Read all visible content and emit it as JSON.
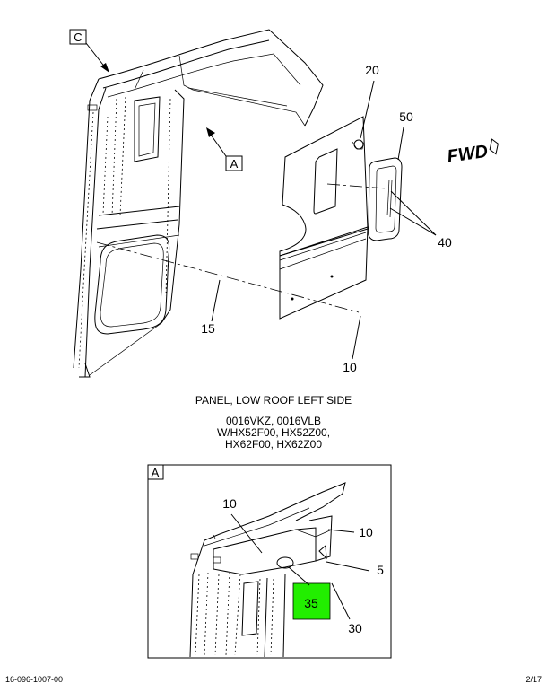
{
  "callouts": {
    "c20": "20",
    "c50": "50",
    "c40": "40",
    "c15": "15",
    "c10": "10",
    "c10b": "10",
    "c10c": "10",
    "c5": "5",
    "c30": "30",
    "c35": "35"
  },
  "view_labels": {
    "c": "C",
    "a": "A",
    "detail_a": "A"
  },
  "forward_label": "FWD",
  "caption": {
    "title": "PANEL, LOW ROOF LEFT SIDE",
    "line1": "0016VKZ, 0016VLB",
    "line2": "W/HX52F00, HX52Z00,",
    "line3": "HX62F00, HX62Z00"
  },
  "footer": {
    "left": "16-096-1007-00",
    "right": "2/17"
  },
  "colors": {
    "highlight": "#22ee00",
    "line": "#000000"
  }
}
